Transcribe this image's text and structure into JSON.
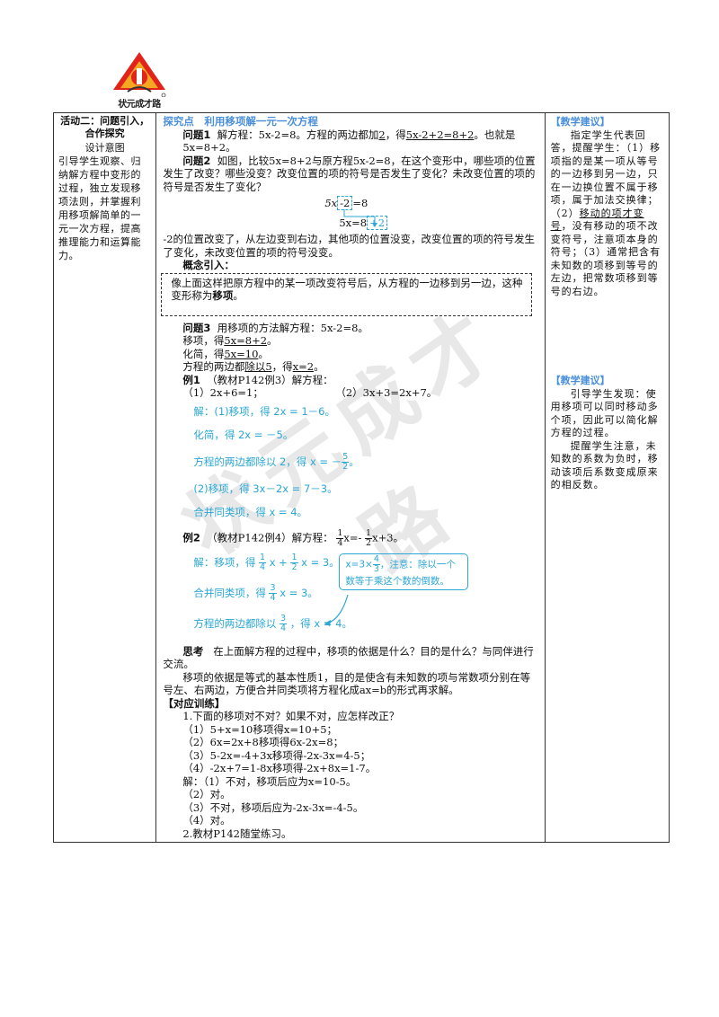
{
  "logo": {
    "text": "状元成才路"
  },
  "watermark": {
    "text": "状元成才路"
  },
  "left_col": {
    "title": "活动二：问题引入，合作探究",
    "design_label": "设计意图",
    "design_text": "引导学生观察、归纳解方程中变形的过程，独立发现移项法则，并掌握利用移项解简单的一元一次方程，提高推理能力和运算能力。"
  },
  "middle": {
    "section_head": "探究点　利用移项解一元一次方程",
    "q1": {
      "label": "问题1",
      "pre": "解方程：5x-2=8。方程的两边都加",
      "add": "2",
      "mid": "，得",
      "result": "5x-2+2=8+2",
      "post": "。也就是5x=8+2。"
    },
    "q2": {
      "label": "问题2",
      "text": "如图，比较5x=8+2与原方程5x-2=8，在这个变形中，哪些项的位置发生了改变？哪些没变？改变位置的项的符号是否发生了变化？未改变位置的项的符号是否发生了变化？"
    },
    "eq_top": {
      "a": "5x",
      "boxed": "-2",
      "b": "=8"
    },
    "eq_bottom": {
      "a": "5x=8",
      "boxed": "+2"
    },
    "q2_answer": "-2的位置改变了，从左边变到右边，其他项的位置没变，改变位置的项的符号发生了变化，未改变位置的项的符号没变。",
    "concept_title": "概念引入：",
    "concept_text_pre": "像上面这样把原方程中的某一项改变符号后，从方程的一边移到另一边，这种变形称为",
    "concept_term": "移项",
    "concept_text_post": "。",
    "q3": {
      "label": "问题3",
      "text": "用移项的方法解方程：5x-2=8。"
    },
    "q3_step1": {
      "pre": "移项，得",
      "val": "5x=8+2",
      "post": "。"
    },
    "q3_step2": {
      "pre": "化简，得",
      "val": "5x=10",
      "post": "。"
    },
    "q3_step3": {
      "pre": "方程的两边都",
      "val1": "除以5",
      "mid": "，得",
      "val2": "x=2",
      "post": "。"
    },
    "ex1": {
      "label": "例1",
      "text": "（教材P142例3）解方程：",
      "p1": "（1）2x+6=1；",
      "p2": "（2）3x+3=2x+7。"
    },
    "ex1_sol": {
      "l1": "解：(1)移项，得 2x = 1－6。",
      "l2": "化简，得 2x = －5。",
      "l3_pre": "方程的两边都除以 2，得 x = －",
      "l3_num": "5",
      "l3_den": "2",
      "l3_post": "。",
      "l4": "(2)移项，得 3x－2x = 7－3。",
      "l5": "合并同类项，得 x = 4。"
    },
    "ex2": {
      "label": "例2",
      "text": "（教材P142例4）解方程：",
      "eq_n1": "1",
      "eq_d1": "4",
      "eq_mid": "x=-",
      "eq_n2": "1",
      "eq_d2": "2",
      "eq_post": "x+3。"
    },
    "ex2_sol": {
      "l1_pre": "解：移项，得",
      "l1_n1": "1",
      "l1_d1": "4",
      "l1_mid": "x +",
      "l1_n2": "1",
      "l1_d2": "2",
      "l1_post": "x = 3。",
      "l2_pre": "合并同类项，得",
      "l2_n": "3",
      "l2_d": "4",
      "l2_post": "x = 3。",
      "l3_pre": "方程的两边都除以",
      "l3_n": "3",
      "l3_d": "4",
      "l3_post": "，得 x = 4。",
      "note_pre": "x=3×",
      "note_n": "4",
      "note_d": "3",
      "note_post": "，注意：除以一个数等于乘这个数的倒数。"
    },
    "think": {
      "label": "思考",
      "text": "在上面解方程的过程中，移项的依据是什么？目的是什么？与同伴进行交流。"
    },
    "think_answer": "移项的依据是等式的基本性质1，目的是使含有未知数的项与常数项分别在等号左、右两边，方便合并同类项将方程化成ax=b的形式再求解。",
    "train_head": "【对应训练】",
    "train_q": "1.下面的移项对不对？如果不对，应怎样改正？",
    "train_items": [
      "（1）5+x=10移项得x=10+5；",
      "（2）6x=2x+8移项得6x-2x=8；",
      "（3）5-2x=-4+3x移项得-2x-3x=4-5；",
      "（4）-2x+7=1-8x移项得-2x+8x=1-7。"
    ],
    "train_answers": [
      "解：（1）不对，移项后应为x=10-5。",
      "（2）对。",
      "（3）不对，移项后应为-2x-3x=-4-5。",
      "（4）对。"
    ],
    "train_q2": "2.教材P142随堂练习。"
  },
  "right_col": {
    "tip1_head": "【教学建议】",
    "tip1_pre": "指定学生代表回答，提醒学生：（1）移项指的是某一项从等号的一边移到另一边，只在一边换位置不属于移项，属于加法交换律；（2）",
    "tip1_u": "移动的项才变号",
    "tip1_post": "，没有移动的项不改变符号，注意项本身的符号；（3）通常把含有未知数的项移到等号的左边，把常数项移到等号的右边。",
    "tip2_head": "【教学建议】",
    "tip2_p1": "引导学生发现：使用移项可以同时移动多个项，因此可以简化解方程的过程。",
    "tip2_p2": "提醒学生注意，未知数的系数为负时，移动该项后系数变成原来的相反数。"
  }
}
